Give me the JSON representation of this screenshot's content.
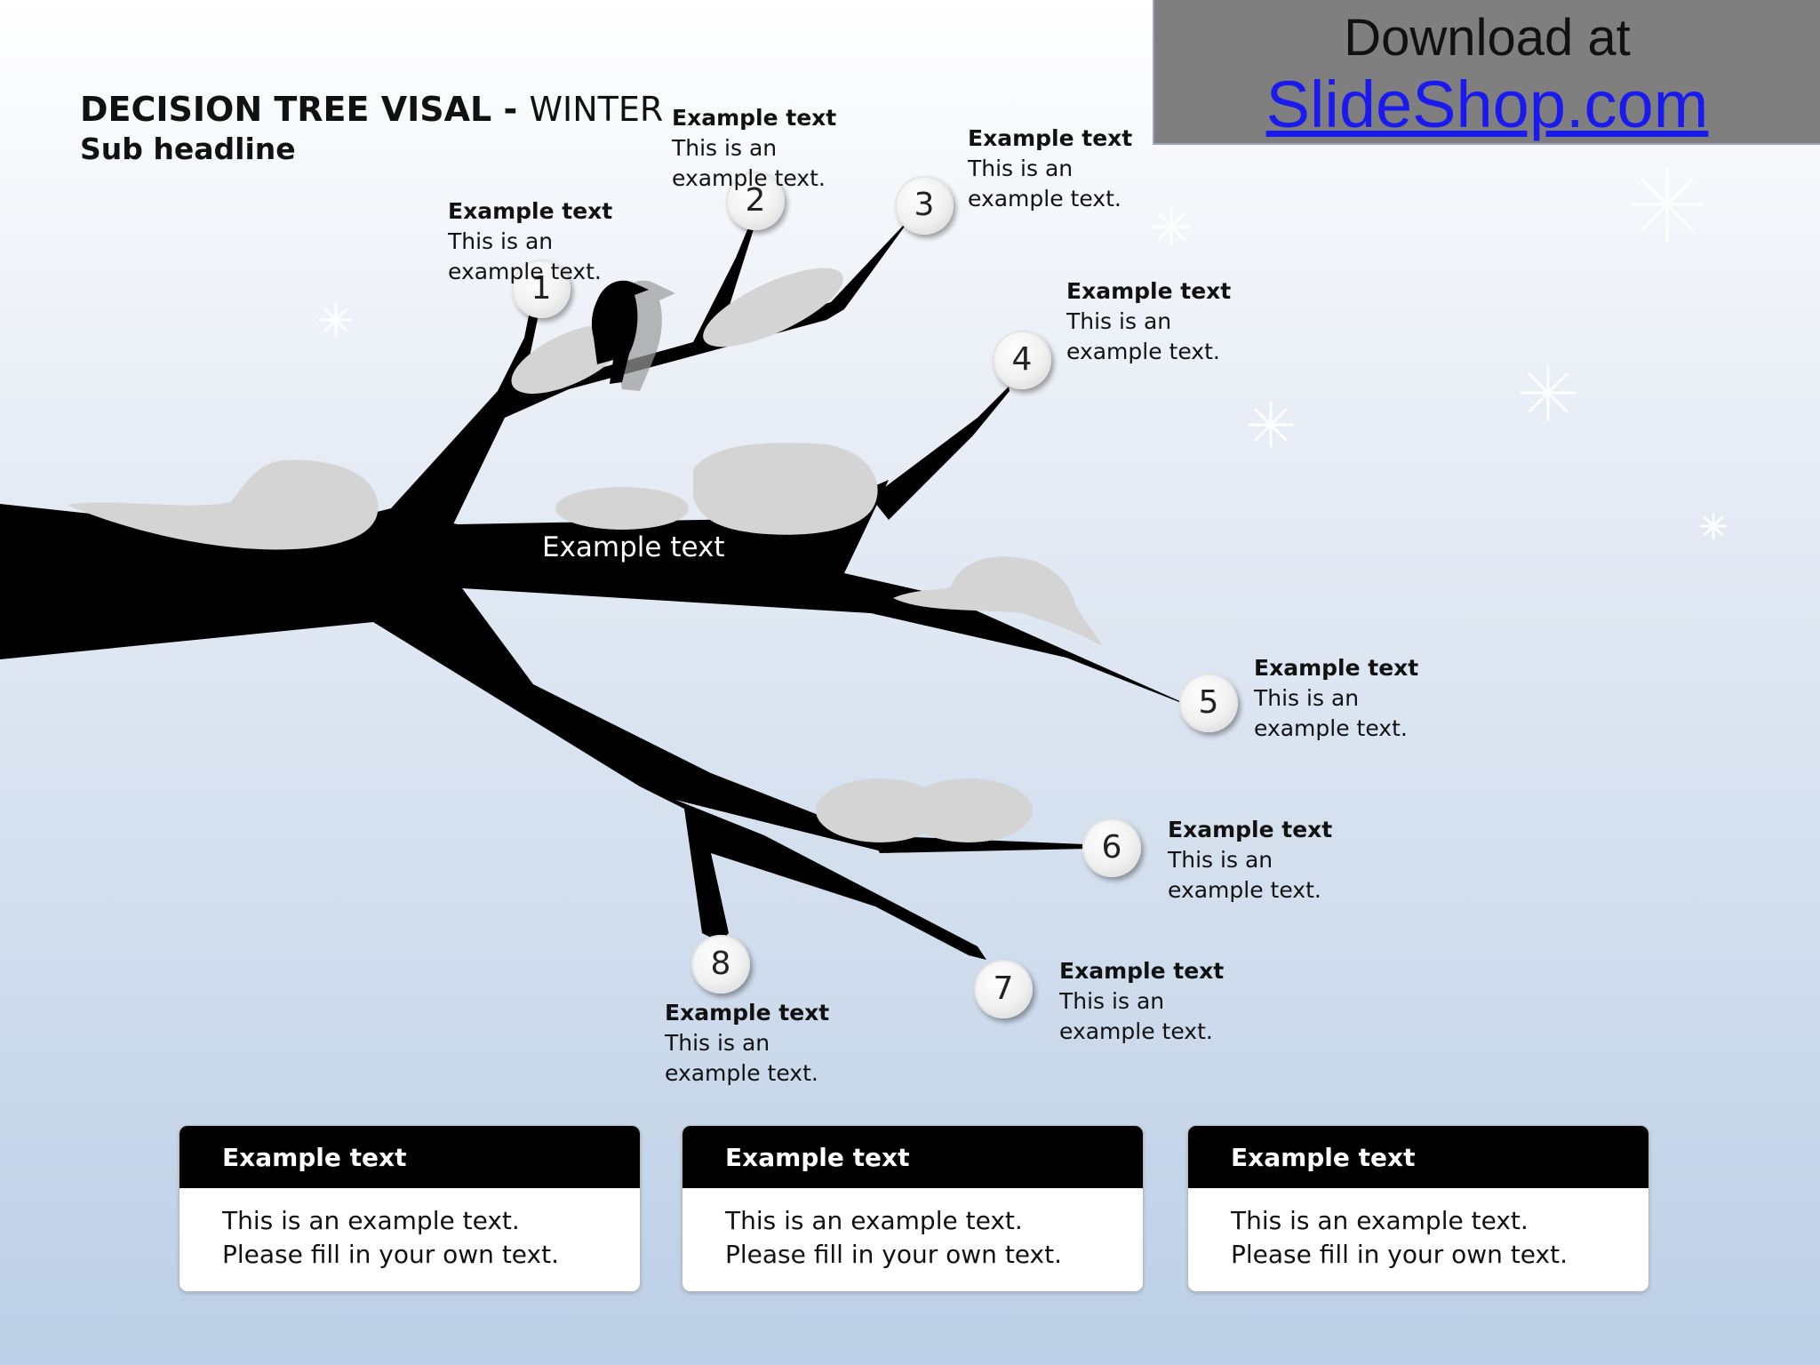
{
  "banner": {
    "line1": "Download at",
    "line2": "SlideShop.com"
  },
  "header": {
    "title_bold": "DECISION TREE VISAL - ",
    "title_light": "WINTER",
    "subtitle": "Sub headline"
  },
  "trunk_label": "Example text",
  "nodes": [
    {
      "num": "1",
      "heading": "Example text",
      "body": "This is an example text."
    },
    {
      "num": "2",
      "heading": "Example text",
      "body": "This is an example text."
    },
    {
      "num": "3",
      "heading": "Example text",
      "body": "This is an example text."
    },
    {
      "num": "4",
      "heading": "Example text",
      "body": "This is an example text."
    },
    {
      "num": "5",
      "heading": "Example text",
      "body": "This is an example text."
    },
    {
      "num": "6",
      "heading": "Example text",
      "body": "This is an example text."
    },
    {
      "num": "7",
      "heading": "Example text",
      "body": "This is an example text."
    },
    {
      "num": "8",
      "heading": "Example text",
      "body": "This is an example text."
    }
  ],
  "cards": [
    {
      "title": "Example text",
      "body": "This is an example text. Please fill in your own text."
    },
    {
      "title": "Example text",
      "body": "This is an example text. Please fill in your own text."
    },
    {
      "title": "Example text",
      "body": "This is an example text. Please fill in your own text."
    }
  ],
  "colors": {
    "banner_bg": "#7f7f7f",
    "link": "#1a1aee",
    "branch": "#000000",
    "snow": "#d4d4d4"
  }
}
